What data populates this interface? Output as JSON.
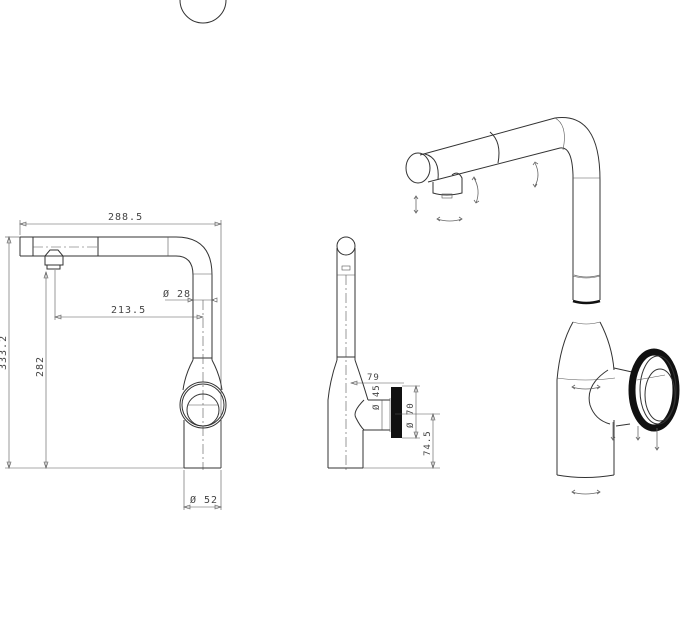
{
  "drawing": {
    "subject": "kitchen faucet with pull-out spout",
    "front_view": {
      "dimensions": {
        "overall_reach": "288.5",
        "spout_reach": "213.5",
        "spout_diameter": "Ø 28",
        "overall_height": "333.2",
        "outlet_height": "282",
        "base_diameter": "Ø 52"
      }
    },
    "side_view": {
      "dimensions": {
        "handle_offset": "79",
        "handle_diameter_inner": "Ø 45",
        "handle_diameter_outer": "Ø 70",
        "handle_height": "74.5"
      }
    },
    "perspective_view": {
      "features": [
        "pull-out spray head",
        "swivel arrows",
        "rotary side handle"
      ]
    }
  }
}
